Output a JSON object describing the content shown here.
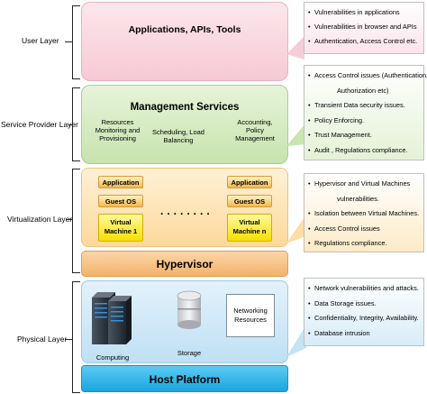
{
  "layers": {
    "user": "User Layer",
    "service_provider": "Service Provider Layer",
    "virtualization": "Virtualization Layer",
    "physical": "Physical Layer"
  },
  "user_panel": {
    "title": "Applications, APIs, Tools"
  },
  "management_panel": {
    "title": "Management Services",
    "items": [
      "Resources Monitoring and Provisioning",
      "Scheduling, Load Balancing",
      "Accounting, Policy Management"
    ]
  },
  "virtualization_panel": {
    "vm1": {
      "app": "Application",
      "os": "Guest OS",
      "vm_line1": "Virtual",
      "vm_line2": "Machine 1"
    },
    "vmn": {
      "app": "Application",
      "os": "Guest OS",
      "vm_line1": "Virtual",
      "vm_line2": "Machine n"
    },
    "dots": "........"
  },
  "hypervisor": {
    "title": "Hypervisor"
  },
  "physical_panel": {
    "computing": "Computing",
    "storage": "Storage",
    "networking_line1": "Networking",
    "networking_line2": "Resources"
  },
  "host_platform": {
    "title": "Host Platform"
  },
  "issues": {
    "user": [
      "Vulnerabilities in applications",
      "Vulnerabilities in browser and APIs",
      "Authentication, Access Control etc."
    ],
    "service": [
      "Access Control issues (Authentication,",
      "Authorization etc)",
      "Transient Data security issues.",
      "Policy Enforcing.",
      "Trust Management.",
      "Audit , Regulations compliance."
    ],
    "virtualization": [
      "Hypervisor and Virtual Machines",
      "vulnerabilities.",
      "Isolation between Virtual Machines.",
      "Access Control issues",
      "Regulations compliance."
    ],
    "physical": [
      "Network vulnerabilities and attacks.",
      "Data Storage issues.",
      "Confidentiality, Integrity, Availability.",
      "Database intrusion"
    ]
  },
  "colors": {
    "user_panel": "#f9d9e1",
    "management_panel": "#d6ecc4",
    "virtualization_panel": "#fde6c0",
    "hypervisor": "#f7c48a",
    "physical_panel": "#cfe7f7",
    "host_platform": "#29b7ec",
    "issue_user": "#f9d9e1",
    "issue_service": "#cfe9b8",
    "issue_virtualization": "#fde6c0",
    "issue_physical": "#cfe7f7"
  }
}
